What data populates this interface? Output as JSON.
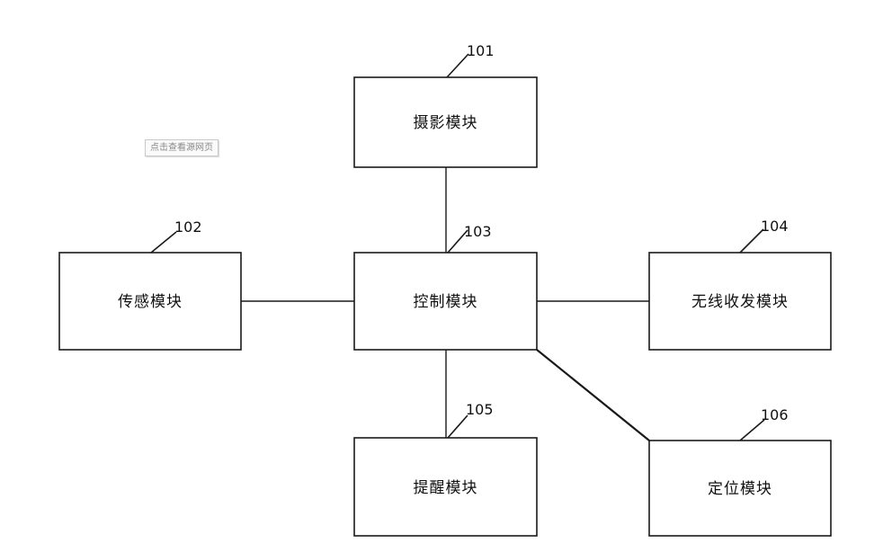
{
  "source_link": {
    "label": "点击查看源网页"
  },
  "modules": {
    "m101": {
      "label": "摄影模块",
      "ref": "101"
    },
    "m102": {
      "label": "传感模块",
      "ref": "102"
    },
    "m103": {
      "label": "控制模块",
      "ref": "103"
    },
    "m104": {
      "label": "无线收发模块",
      "ref": "104"
    },
    "m105": {
      "label": "提醒模块",
      "ref": "105"
    },
    "m106": {
      "label": "定位模块",
      "ref": "106"
    }
  }
}
